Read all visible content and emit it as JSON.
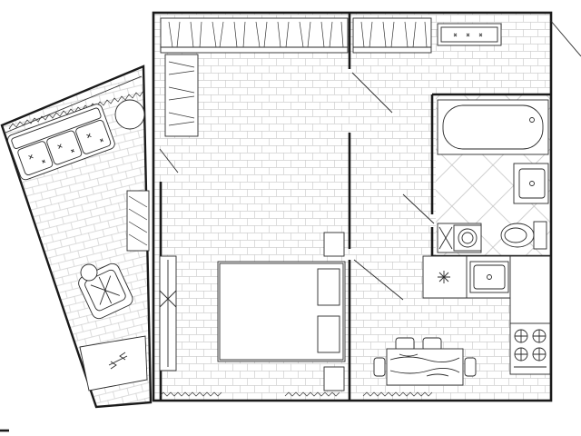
{
  "floor_plan": {
    "rooms": [
      "bedroom",
      "hallway",
      "bathroom",
      "kitchen",
      "balcony"
    ],
    "colors": {
      "line": "#1a1a1a",
      "floor_pattern": "#c9c9c9",
      "background": "#ffffff"
    }
  }
}
